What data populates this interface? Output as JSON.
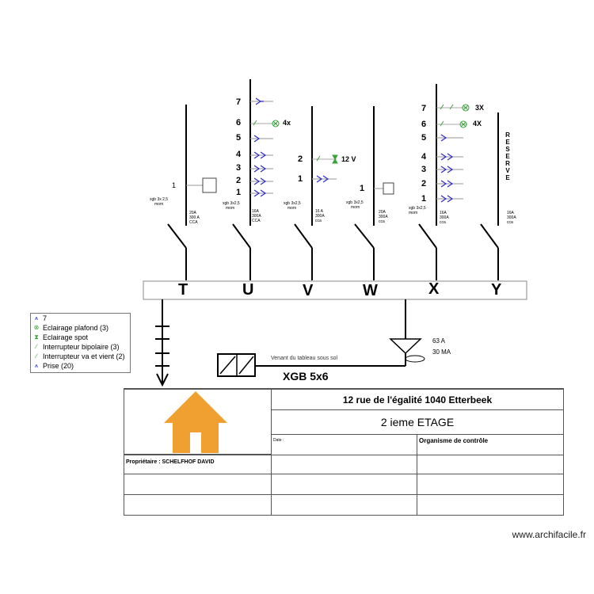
{
  "circuits": {
    "T": {
      "nums": [
        "1"
      ],
      "cable": [
        "xgb 3x 2,5",
        "mom"
      ],
      "rating": [
        "20A",
        "300 A",
        "CCA"
      ]
    },
    "U": {
      "nums": [
        "7",
        "6",
        "5",
        "4",
        "3",
        "2",
        "1"
      ],
      "note_6": "4x",
      "cable": [
        "xgb 3x2,5",
        "mom"
      ],
      "rating": [
        "16A",
        "300A",
        "CCA"
      ]
    },
    "V": {
      "nums": [
        "2",
        "1"
      ],
      "note_2": "12 V",
      "cable": [
        "xgb 3x2,5",
        "mom"
      ],
      "rating": [
        "16 A",
        "300A",
        "cca"
      ]
    },
    "W": {
      "nums": [
        "1"
      ],
      "cable": [
        "xgb 3x2,5",
        "mom"
      ],
      "rating": [
        "20A",
        "300A",
        "cca"
      ]
    },
    "X": {
      "nums": [
        "7",
        "6",
        "5",
        "4",
        "3",
        "2",
        "1"
      ],
      "note_7": "3X",
      "note_6": "4X",
      "cable": [
        "xgb 3x2,5",
        "mom"
      ],
      "rating": [
        "16A",
        "300A",
        "cca"
      ]
    },
    "Y": {
      "reserve": "RESERVE",
      "rating": [
        "16A",
        "300A",
        "cca"
      ]
    }
  },
  "bus": {
    "letters": [
      "T",
      "U",
      "V",
      "W",
      "X",
      "Y"
    ]
  },
  "legend": [
    {
      "icon": "prise-icon",
      "label": "7"
    },
    {
      "icon": "plafond-icon",
      "label": "Eclairage plafond (3)"
    },
    {
      "icon": "spot-icon",
      "label": "Eclairage spot"
    },
    {
      "icon": "bipolaire-icon",
      "label": "Interrupteur bipolaire (3)"
    },
    {
      "icon": "va-et-vient-icon",
      "label": "Interrupteur va et vient (2)"
    },
    {
      "icon": "prise-icon",
      "label": "Prise (20)"
    }
  ],
  "main": {
    "breaker_a": "63 A",
    "breaker_ma": "30 MA",
    "feed_note": "Venant du tableau sous sol",
    "cable": "XGB 5x6"
  },
  "title_block": {
    "address": "12 rue de l'égalité 1040 Etterbeek",
    "floor": "2 ieme ETAGE",
    "date_label": "Date :",
    "control_label": "Organisme de contrôle",
    "owner": "Propriétaire : SCHELFHOF DAVID"
  },
  "footer": "www.archifacile.fr",
  "colors": {
    "line": "#000000",
    "symbol_blue": "#2c2ccc",
    "symbol_green": "#3aa33a",
    "house": "#f0a030"
  }
}
